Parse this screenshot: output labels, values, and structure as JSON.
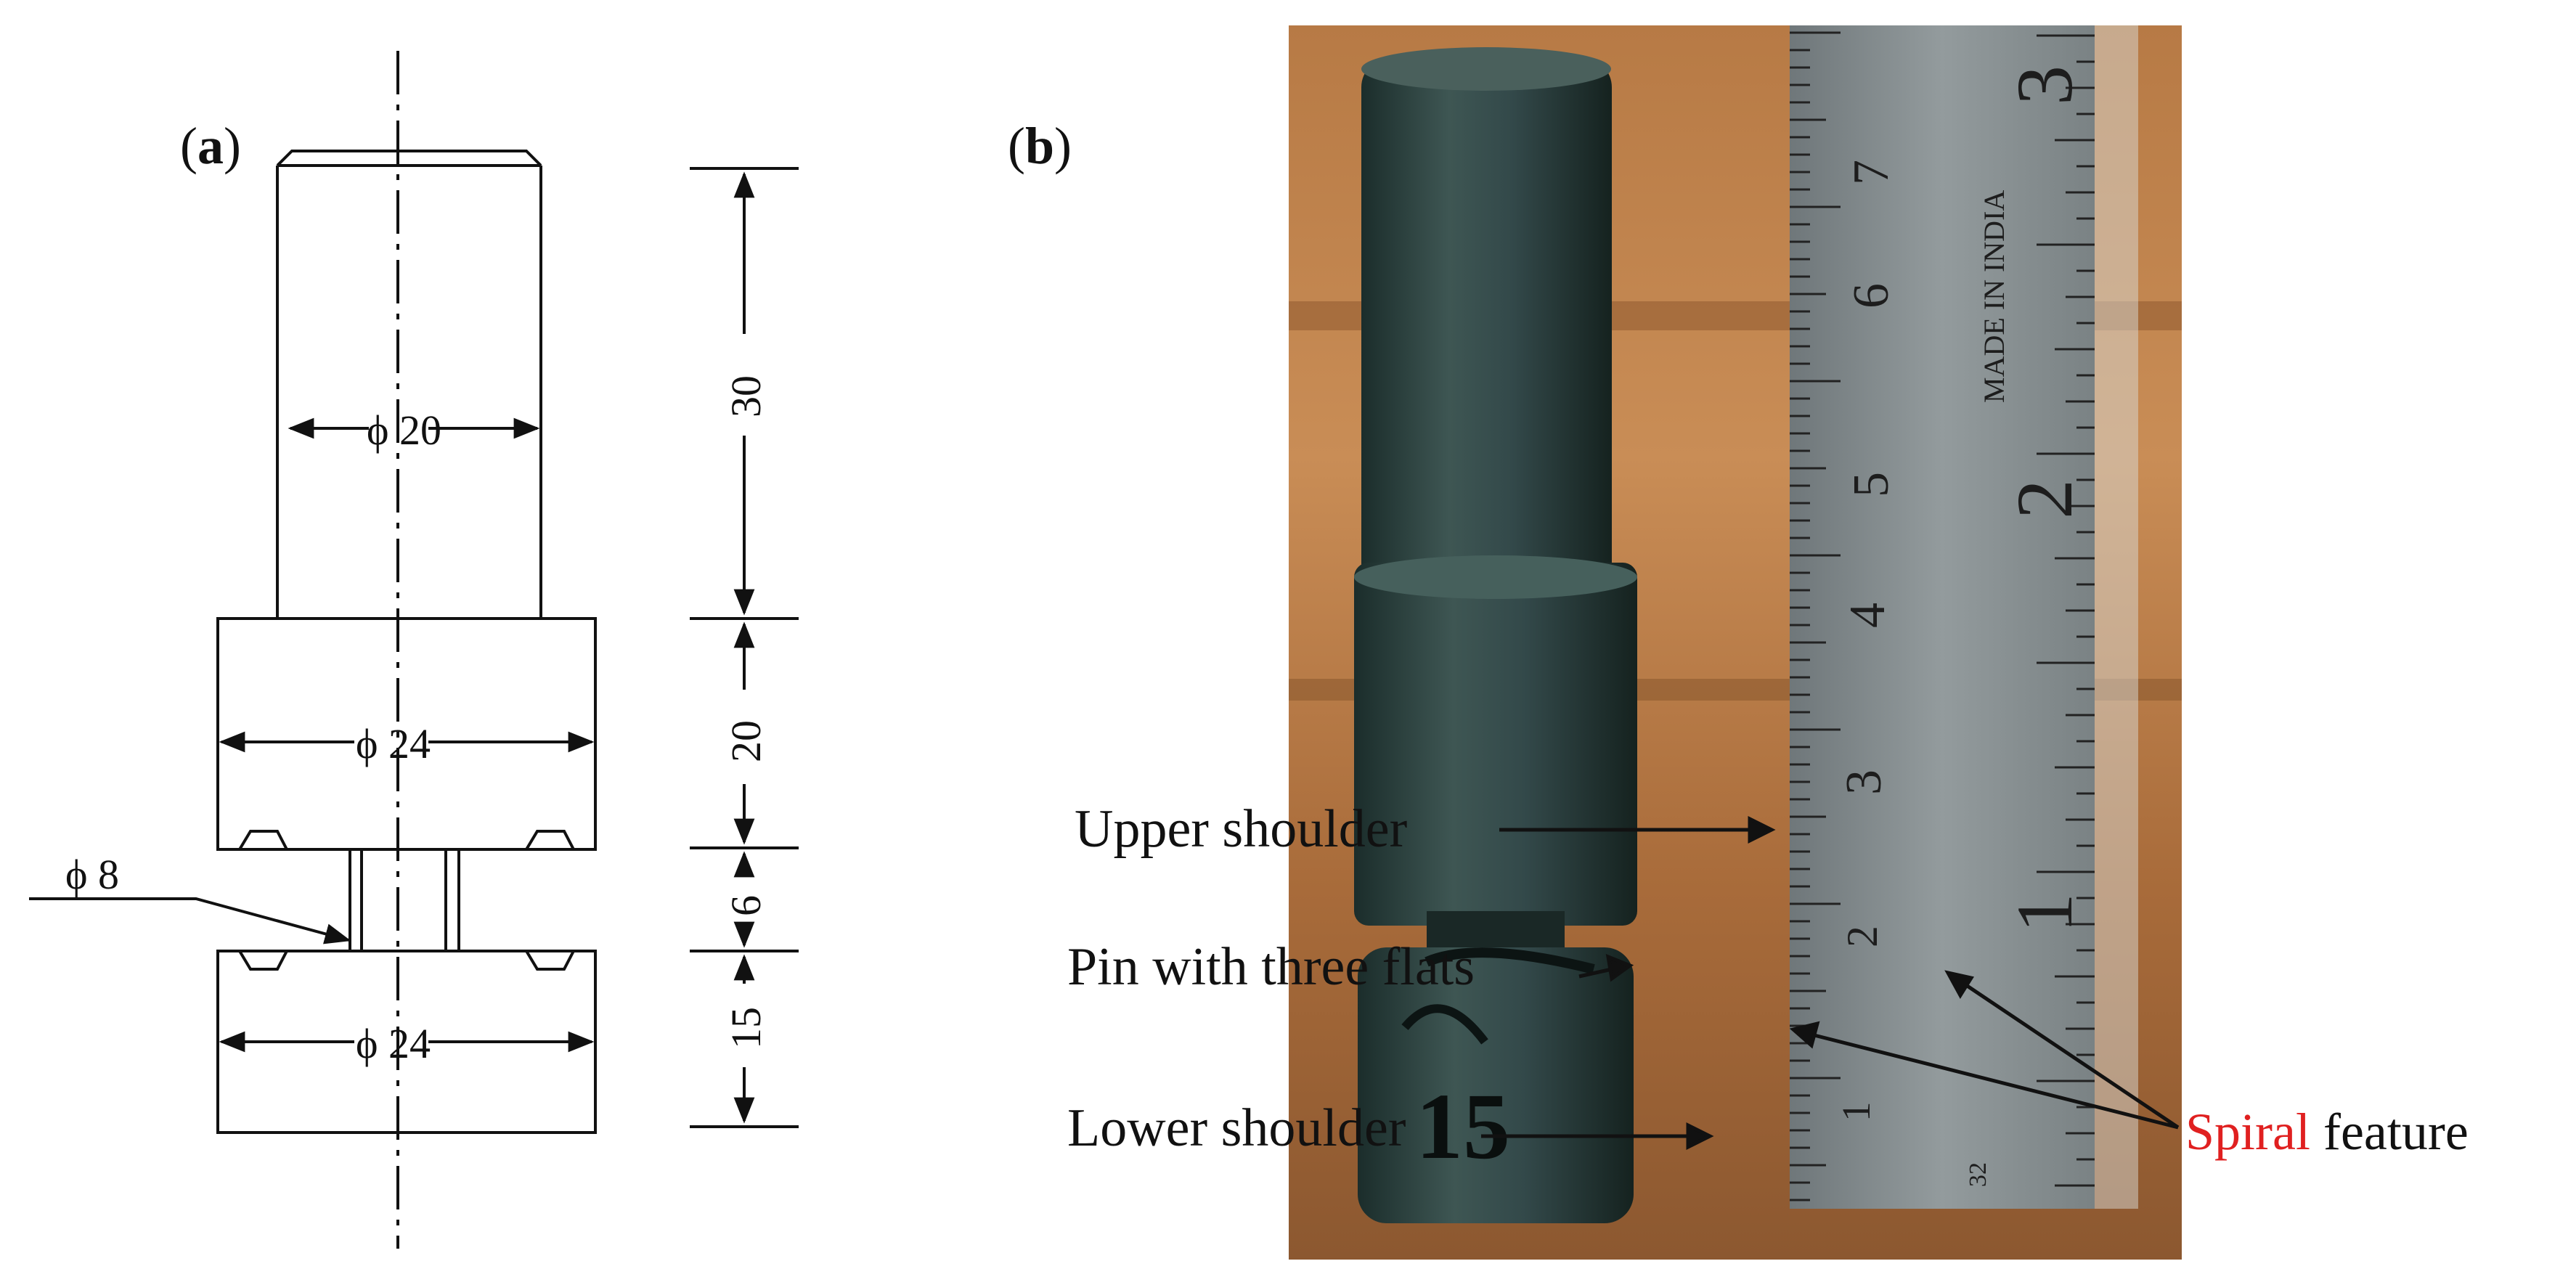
{
  "panel_a": {
    "label": "a",
    "dimensions": {
      "dia_top": "ϕ 20",
      "dia_upper_shoulder": "ϕ 24",
      "dia_pin": "ϕ 8",
      "dia_lower_shoulder": "ϕ 24",
      "len_top": "30",
      "len_upper_shoulder": "20",
      "len_pin": "6",
      "len_lower_shoulder": "15"
    }
  },
  "panel_b": {
    "label": "b",
    "annotations": {
      "upper_shoulder": "Upper shoulder",
      "pin_flats": "Pin with three flats",
      "lower_shoulder": "Lower shoulder",
      "spiral_word": "Spiral",
      "feature_word": " feature"
    },
    "ruler_text": {
      "made_in": "MADE IN INDIA",
      "cm_numbers": [
        "1",
        "2",
        "3",
        "4",
        "5",
        "6",
        "7"
      ],
      "inch_numbers": [
        "1",
        "2",
        "3"
      ],
      "small_code": "32"
    },
    "tool_marking": "15",
    "colors": {
      "spiral": "#e02020",
      "text": "#111111"
    }
  }
}
